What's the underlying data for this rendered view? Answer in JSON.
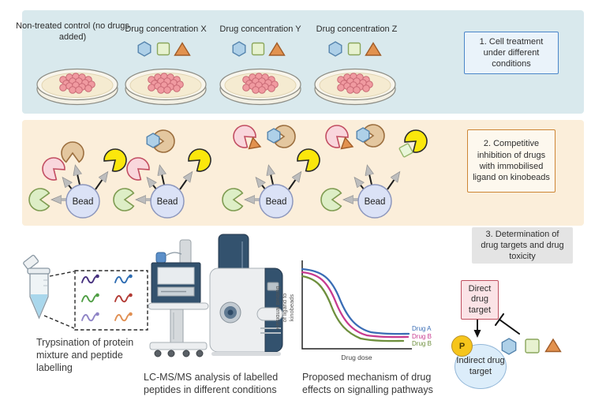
{
  "step1": {
    "box_label": "1. Cell treatment under different conditions",
    "conditions": [
      {
        "label": "Non-treated control (no drugs added)",
        "drugs_shown": false
      },
      {
        "label": "Drug concentration X",
        "drugs_shown": true
      },
      {
        "label": "Drug concentration Y",
        "drugs_shown": true
      },
      {
        "label": "Drug concentration Z",
        "drugs_shown": true
      }
    ],
    "drug_icons": [
      {
        "name": "drug-hexagon",
        "color": "#aed0e8"
      },
      {
        "name": "drug-square",
        "color": "#e7f2d0"
      },
      {
        "name": "drug-triangle",
        "color": "#e2924f"
      }
    ]
  },
  "step2": {
    "box_label": "2. Competitive inhibition of drugs with immobilised ligand on kinobeads",
    "bead_label": "Bead",
    "beads": [
      {
        "condition": "Non-treated control",
        "bound_proteins": [
          "green",
          "pink",
          "tan",
          "yellow"
        ],
        "displaced_complexes": []
      },
      {
        "condition": "Drug concentration X",
        "bound_proteins": [
          "green",
          "pink",
          "yellow"
        ],
        "displaced_complexes": [
          "tan-protein+hexagon-drug"
        ]
      },
      {
        "condition": "Drug concentration Y",
        "bound_proteins": [
          "green",
          "yellow"
        ],
        "displaced_complexes": [
          "pink-protein+triangle-drug",
          "tan-protein+hexagon-drug"
        ]
      },
      {
        "condition": "Drug concentration Z",
        "bound_proteins": [
          "green"
        ],
        "displaced_complexes": [
          "pink-protein+triangle-drug",
          "tan-protein+hexagon-drug",
          "yellow-protein+square-drug"
        ]
      }
    ]
  },
  "step3": {
    "box_label": "3. Determination of drug targets and drug toxicity",
    "trypsination_caption": "Trypsination of protein mixture and peptide labelling",
    "lcms_caption": "LC-MS/MS analysis of labelled peptides in different conditions",
    "mechanism_caption": "Proposed mechanism of drug effects on signalling pathways",
    "direct_target_label": "Direct drug target",
    "indirect_target_label": "Indirect drug target",
    "phospho_label": "P"
  },
  "chart_data": {
    "type": "line",
    "xlabel": "Drug dose",
    "ylabel": "Residual binding of ligand to kinobeads",
    "ylabel_lines": [
      "Residual binding",
      "of ligand to",
      "kinobeads"
    ],
    "grid": false,
    "legend_position": "right of curve ends",
    "x": [
      0,
      1,
      2,
      3,
      4,
      5,
      6,
      7,
      8,
      9,
      10
    ],
    "series": [
      {
        "name": "Drug A",
        "color": "#3a6db5",
        "y": [
          1.0,
          0.98,
          0.95,
          0.87,
          0.7,
          0.48,
          0.28,
          0.16,
          0.09,
          0.06,
          0.05
        ]
      },
      {
        "name": "Drug B",
        "color": "#c73b8f",
        "y": [
          0.97,
          0.95,
          0.9,
          0.78,
          0.58,
          0.36,
          0.19,
          0.1,
          0.06,
          0.04,
          0.03
        ]
      },
      {
        "name": "Drug B",
        "color": "#6e8f3d",
        "y": [
          0.94,
          0.91,
          0.82,
          0.65,
          0.42,
          0.23,
          0.11,
          0.06,
          0.03,
          0.02,
          0.02
        ]
      }
    ]
  },
  "colors": {
    "panel1_bg": "#d9e9ed",
    "panel2_bg": "#fbeeda",
    "box1_border": "#4a86c9",
    "box2_border": "#cd8534",
    "box3_bg": "#e4e4e4",
    "bead_fill": "#dbe2f6",
    "direct_target_fill": "#fbe3e6",
    "indirect_target_fill": "#dcedfa",
    "phospho_fill": "#f6c51c"
  }
}
